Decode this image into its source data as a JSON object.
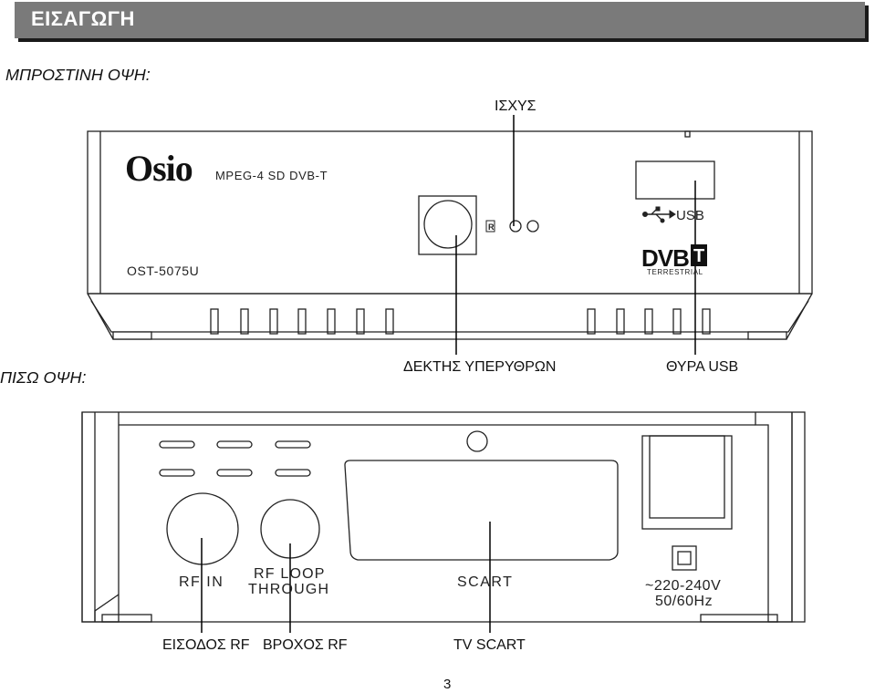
{
  "header": {
    "title": "ΕΙΣΑΓΩΓΗ"
  },
  "front_view": {
    "label": "ΜΠΡΟΣΤΙΝΗ ΟΨΗ:",
    "brand": "Osio",
    "subtitle": "MPEG-4 SD DVB-T",
    "model": "OST-5075U",
    "usb_label": "USB",
    "dvb_logo": "DVB",
    "dvb_t": "T",
    "terrestrial": "TERRESTRIAL",
    "ir_mark": "R",
    "callouts": {
      "power": "ΙΣΧΥΣ",
      "ir_receiver": "ΔΕΚΤΗΣ ΥΠΕΡΥΘΡΩΝ",
      "usb_port": "ΘΥΡΑ USB"
    }
  },
  "rear_view": {
    "label": "ΠΙΣΩ ΟΨΗ:",
    "rf_in": "RF  IN",
    "rf_loop_1": "RF  LOOP",
    "rf_loop_2": "THROUGH",
    "scart": "SCART",
    "power_1": "~220-240V",
    "power_2": "50/60Hz",
    "callouts": {
      "rf_input": "ΕΙΣΟΔΟΣ RF",
      "rf_loop": "ΒΡΟΧΟΣ RF",
      "tv_scart": "TV SCART"
    }
  },
  "page_number": "3"
}
